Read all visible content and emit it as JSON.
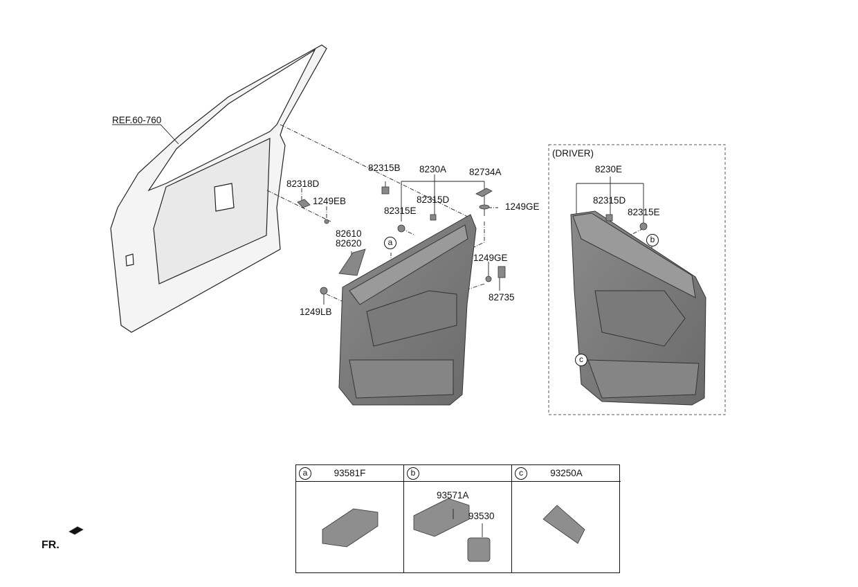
{
  "labels": {
    "ref": "REF.60-760",
    "p82315B": "82315B",
    "p8230A": "8230A",
    "p82734A": "82734A",
    "p82318D": "82318D",
    "p82315D": "82315D",
    "p1249EB": "1249EB",
    "p1249GE_top": "1249GE",
    "p82315E": "82315E",
    "p82610": "82610",
    "p82620": "82620",
    "p1249GE_mid": "1249GE",
    "p82735": "82735",
    "p1249LB": "1249LB"
  },
  "driver": {
    "title": "(DRIVER)",
    "p8230E": "8230E",
    "p82315D": "82315D",
    "p82315E": "82315E"
  },
  "callouts": {
    "a": "a",
    "b": "b",
    "c": "c"
  },
  "table": [
    {
      "callout": "a",
      "code": "93581F",
      "parts": []
    },
    {
      "callout": "b",
      "code": "",
      "parts": [
        "93571A",
        "93530"
      ]
    },
    {
      "callout": "c",
      "code": "93250A",
      "parts": []
    }
  ],
  "front_indicator": "FR."
}
